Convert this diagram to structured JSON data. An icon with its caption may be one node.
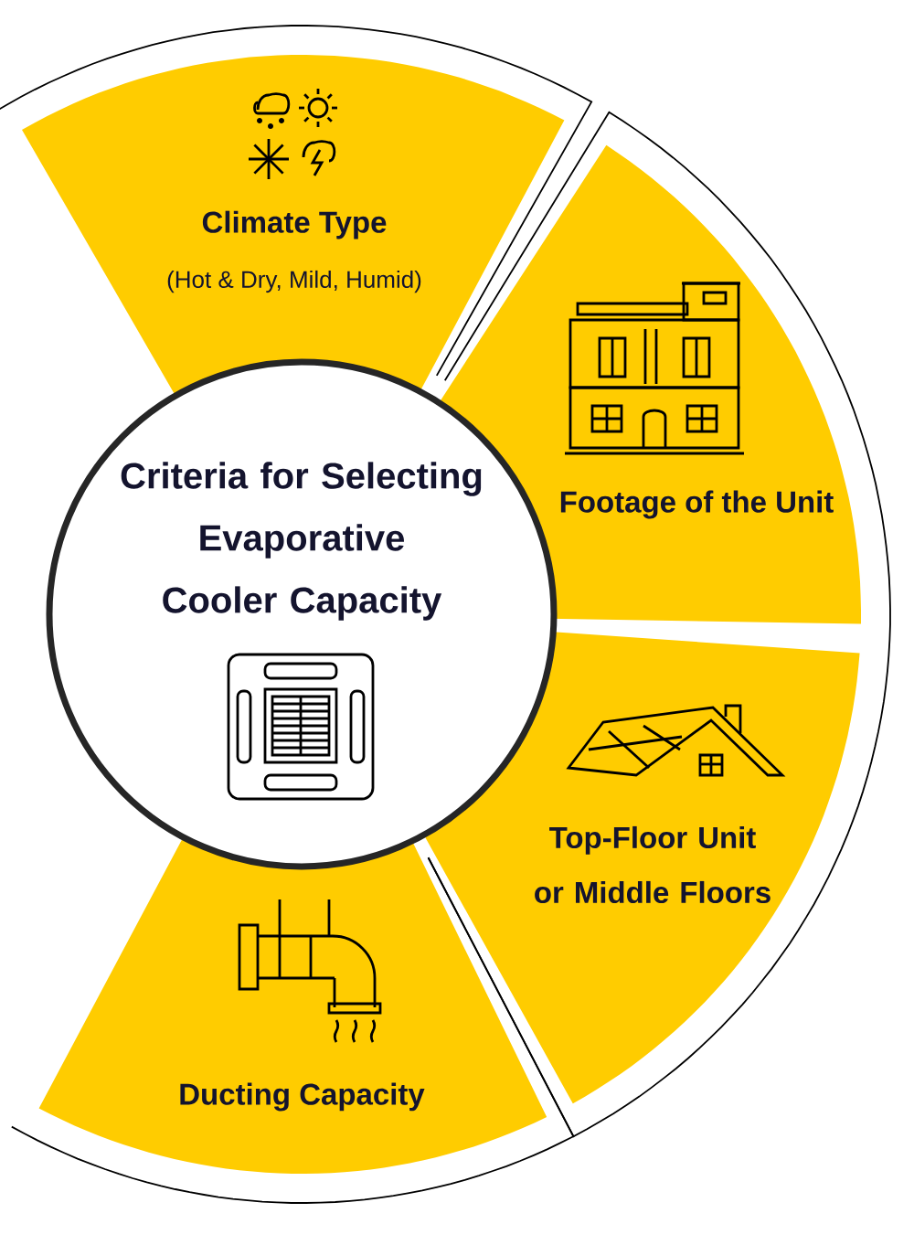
{
  "diagram": {
    "nodes": [
      {
        "text": [
          "Criteria for Selecting Evaporative Cooler Capacity"
        ]
      },
      {
        "text": [
          "Climate Type",
          "(Hot & Dry, Mild, Humid)"
        ]
      },
      {
        "text": [
          "Footage of the Unit"
        ]
      },
      {
        "text": [
          "Top-Floor Unit or Middle Floors"
        ]
      },
      {
        "text": [
          "Ducting Capacity"
        ]
      }
    ]
  }
}
